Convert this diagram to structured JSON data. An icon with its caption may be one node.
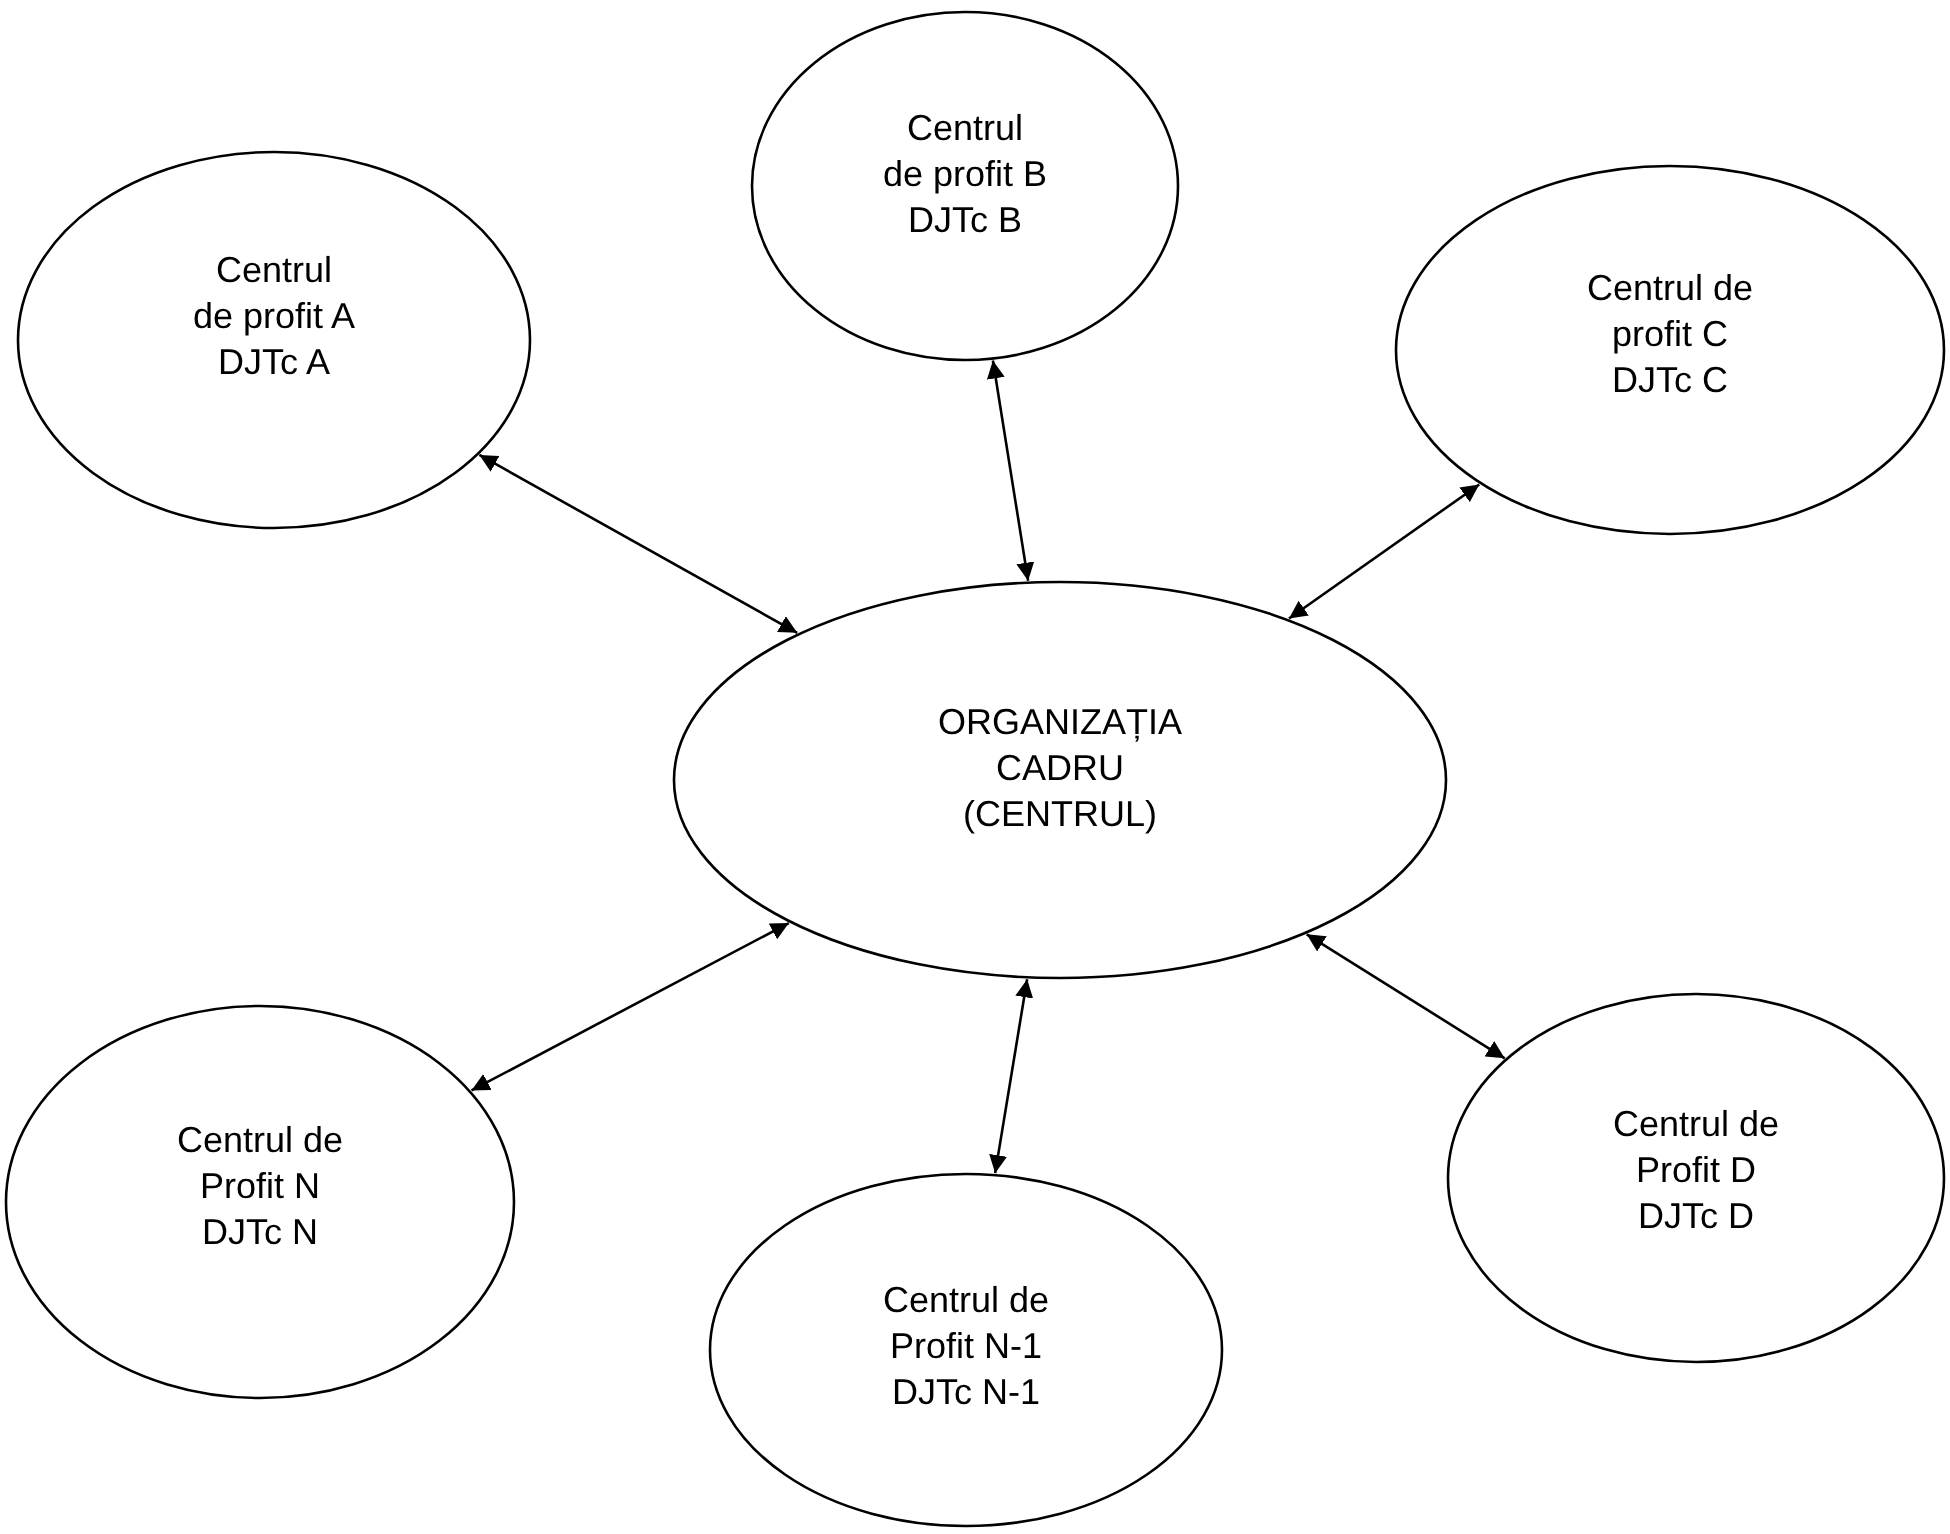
{
  "diagram": {
    "nodes": [
      {
        "text": [
          "Centrul de profit B",
          "DJTc B"
        ]
      },
      {
        "text": [
          "Centrul de profit A",
          "DJTc A"
        ]
      },
      {
        "text": [
          "Centrul de profit C",
          "DJTc C"
        ]
      },
      {
        "text": [
          "ORGANIZAȚIA CADRU (CENTRUL)"
        ]
      },
      {
        "text": [
          "Centrul de Profit N",
          "DJTc N"
        ]
      },
      {
        "text": [
          "Centrul de Profit D",
          "DJTc D"
        ]
      },
      {
        "text": [
          "Centrul de Profit N-1",
          "DJTc N-1"
        ]
      }
    ],
    "edges": [
      {
        "from": 3,
        "to": 0,
        "arrow": "both"
      },
      {
        "from": 3,
        "to": 1,
        "arrow": "both"
      },
      {
        "from": 3,
        "to": 2,
        "arrow": "both"
      },
      {
        "from": 3,
        "to": 4,
        "arrow": "both"
      },
      {
        "from": 3,
        "to": 5,
        "arrow": "both"
      },
      {
        "from": 3,
        "to": 6,
        "arrow": "both"
      }
    ]
  }
}
